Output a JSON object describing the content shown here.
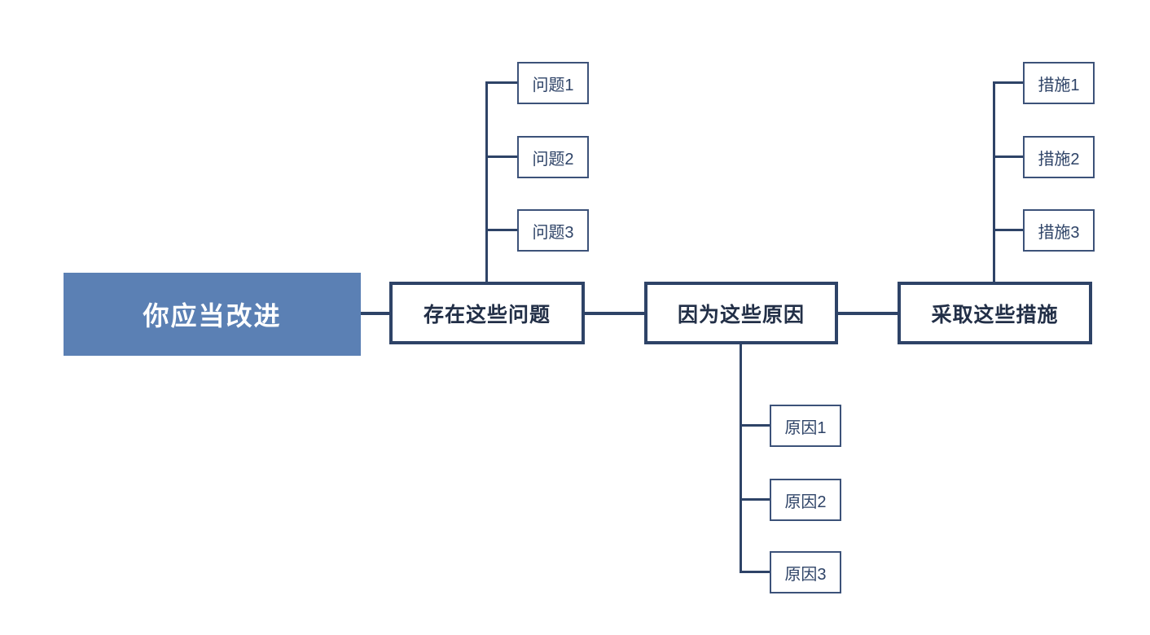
{
  "diagram_title": "improvement-flow-mindmap",
  "colors": {
    "background": "#ffffff",
    "root_fill": "#5b80b4",
    "root_text": "#ffffff",
    "line_navy": "#2e4367",
    "child_border": "#3c5279",
    "node_fill": "#ffffff"
  },
  "root": {
    "label": "你应当改进"
  },
  "branches": [
    {
      "label": "存在这些问题",
      "children_position": "top",
      "children": [
        {
          "label": "问题1"
        },
        {
          "label": "问题2"
        },
        {
          "label": "问题3"
        }
      ]
    },
    {
      "label": "因为这些原因",
      "children_position": "bottom",
      "children": [
        {
          "label": "原因1"
        },
        {
          "label": "原因2"
        },
        {
          "label": "原因3"
        }
      ]
    },
    {
      "label": "采取这些措施",
      "children_position": "top",
      "children": [
        {
          "label": "措施1"
        },
        {
          "label": "措施2"
        },
        {
          "label": "措施3"
        }
      ]
    }
  ]
}
